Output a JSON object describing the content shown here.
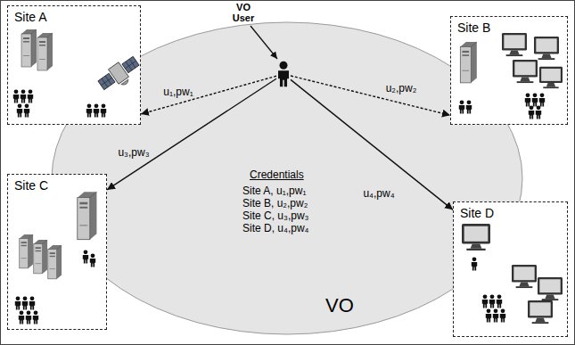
{
  "diagram": {
    "nodes": [
      {
        "text": [
          "Site A"
        ]
      },
      {
        "text": [
          "Site B"
        ]
      },
      {
        "text": [
          "VO"
        ]
      },
      {
        "text": [
          "VO User"
        ],
        "in": 2
      },
      {
        "text": [
          "Site C"
        ]
      },
      {
        "text": [
          "Site D"
        ]
      }
    ],
    "edges": [
      {
        "from": 3,
        "to": 0,
        "label": "u₁,pw₁",
        "arrow": "to"
      },
      {
        "from": 3,
        "to": 1,
        "label": "u₂,pw₂",
        "arrow": "to"
      },
      {
        "from": 3,
        "to": 4,
        "label": "u₃,pw₃",
        "arrow": "to"
      },
      {
        "from": 3,
        "to": 5,
        "label": "u₄,pw₄",
        "arrow": "to"
      }
    ],
    "labels": [
      "Credentials",
      "Site A, u₁,pw₁",
      "Site B, u₂,pw₂",
      "Site C, u₃,pw₃",
      "Site D, u₄,pw₄"
    ]
  }
}
